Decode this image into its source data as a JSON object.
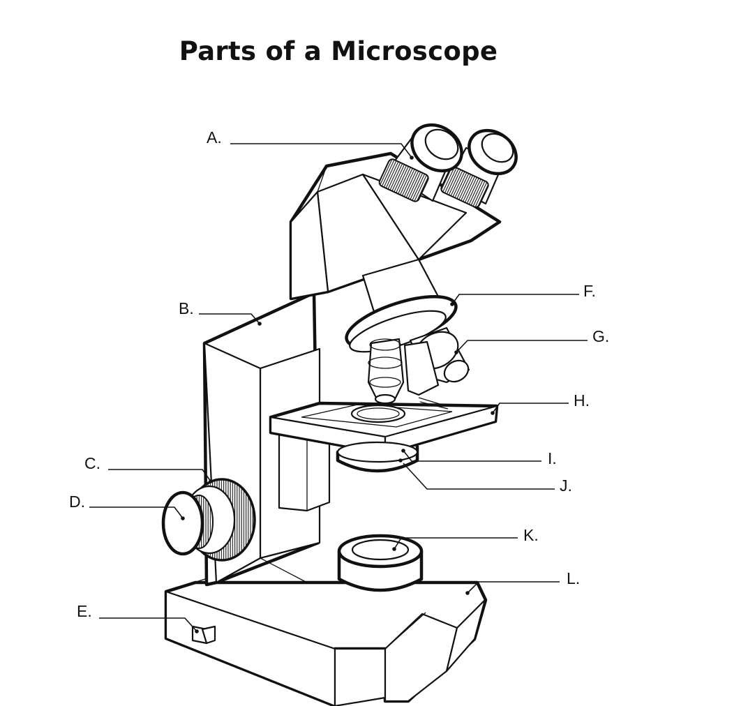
{
  "title": "Parts of a Microscope",
  "labels": [
    {
      "id": "A",
      "text": "A."
    },
    {
      "id": "B",
      "text": "B."
    },
    {
      "id": "C",
      "text": "C."
    },
    {
      "id": "D",
      "text": "D."
    },
    {
      "id": "E",
      "text": "E."
    },
    {
      "id": "F",
      "text": "F."
    },
    {
      "id": "G",
      "text": "G."
    },
    {
      "id": "H",
      "text": "H."
    },
    {
      "id": "I",
      "text": "I."
    },
    {
      "id": "J",
      "text": "J."
    },
    {
      "id": "K",
      "text": "K."
    },
    {
      "id": "L",
      "text": "L."
    }
  ]
}
